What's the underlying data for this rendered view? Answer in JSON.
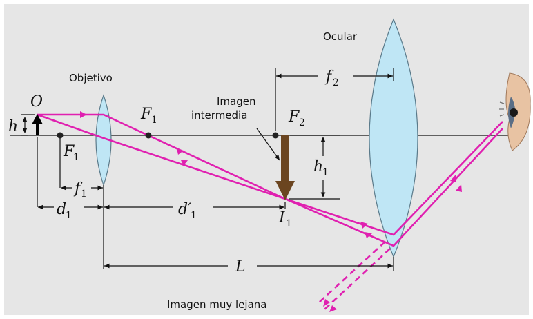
{
  "labels": {
    "objective": "Objetivo",
    "ocular": "Ocular",
    "intermediate_image_line1": "Imagen",
    "intermediate_image_line2": "intermedia",
    "distant_image": "Imagen muy lejana"
  },
  "symbols": {
    "object": "O",
    "object_height": "h",
    "focus_obj_left": "F",
    "focus_obj_left_sub": "1",
    "focus_obj_right": "F",
    "focus_obj_right_sub": "1",
    "focus_ocular": "F",
    "focus_ocular_sub": "2",
    "image_height": "h",
    "image_height_sub": "1",
    "image": "I",
    "image_sub": "1",
    "f1": "f",
    "f1_sub": "1",
    "f2": "f",
    "f2_sub": "2",
    "d1": "d",
    "d1_sub": "1",
    "d1_prime": "d′",
    "d1_prime_sub": "1",
    "L": "L"
  },
  "colors": {
    "background": "#e6e6e6",
    "ray": "#e020b0",
    "lens_fill": "#bfe6f5",
    "lens_stroke": "#5a7a8a",
    "intermediate_image": "#6b4520",
    "object_arrow": "#000000"
  }
}
